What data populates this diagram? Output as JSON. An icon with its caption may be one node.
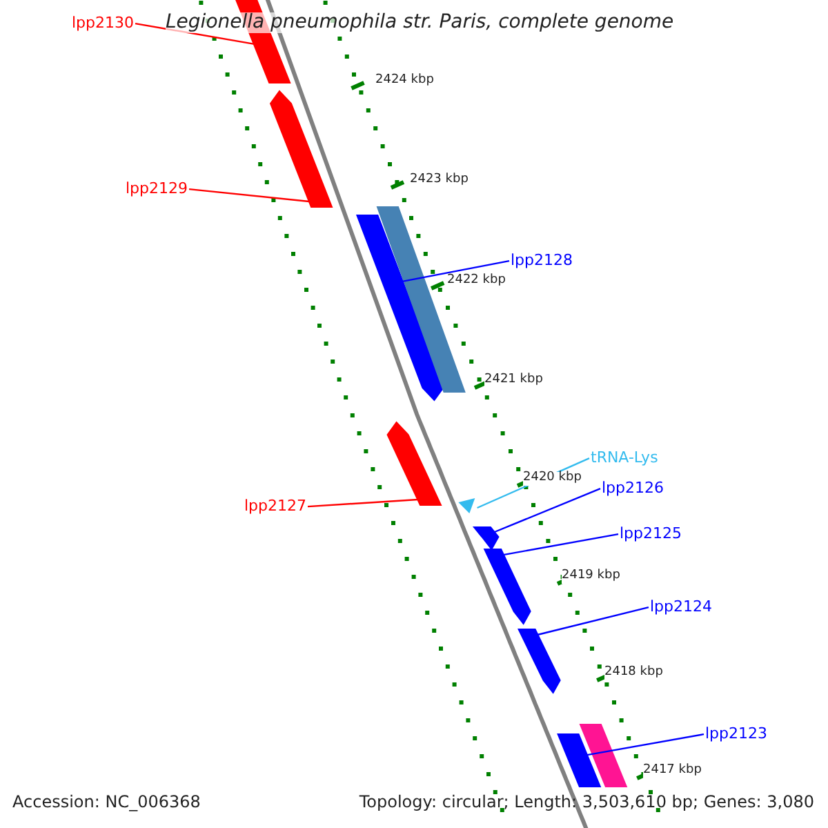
{
  "diagram": {
    "title": "Legionella pneumophila str. Paris, complete genome",
    "nodes": [
      {
        "text": [
          "lpp2130"
        ]
      },
      {
        "text": [],
        "shape": "bar"
      },
      {
        "text": [
          "lpp2129"
        ]
      },
      {
        "text": [],
        "shape": "bar"
      },
      {
        "text": [
          "lpp2128"
        ]
      },
      {
        "text": [],
        "shape": "bar"
      },
      {
        "text": [
          "lpp2127"
        ]
      },
      {
        "text": [],
        "shape": "bar"
      },
      {
        "text": [
          "tRNA-Lys"
        ]
      },
      {
        "text": [],
        "shape": "triangle"
      },
      {
        "text": [
          "lpp2126"
        ]
      },
      {
        "text": [],
        "shape": "bar"
      },
      {
        "text": [
          "lpp2125"
        ]
      },
      {
        "text": [],
        "shape": "bar"
      },
      {
        "text": [
          "lpp2124"
        ]
      },
      {
        "text": [],
        "shape": "bar"
      },
      {
        "text": [
          "lpp2123"
        ]
      },
      {
        "text": [],
        "shape": "bar"
      },
      {
        "text": [],
        "shape": "bar"
      },
      {
        "text": [],
        "shape": "bar"
      }
    ],
    "edges": [
      {
        "from": 0,
        "to": 1,
        "arrow": "none",
        "color": "#ff0000"
      },
      {
        "from": 2,
        "to": 3,
        "arrow": "none",
        "color": "#ff0000"
      },
      {
        "from": 4,
        "to": 5,
        "arrow": "none"
      },
      {
        "from": 6,
        "to": 7,
        "arrow": "none",
        "color": "#ff0000"
      },
      {
        "from": 8,
        "to": 9,
        "arrow": "none",
        "color": "#33bbee"
      },
      {
        "from": 10,
        "to": 11,
        "arrow": "none"
      },
      {
        "from": 12,
        "to": 13,
        "arrow": "none"
      },
      {
        "from": 14,
        "to": 15,
        "arrow": "none"
      },
      {
        "from": 16,
        "to": 17,
        "arrow": "none"
      }
    ],
    "labels": [
      "2424 kbp",
      "2423 kbp",
      "2422 kbp",
      "2421 kbp",
      "2420 kbp",
      "2419 kbp",
      "2418 kbp",
      "2417 kbp",
      "Accession: NC_006368",
      "Topology: circular; Length: 3,503,610 bp; Genes: 3,080"
    ]
  }
}
